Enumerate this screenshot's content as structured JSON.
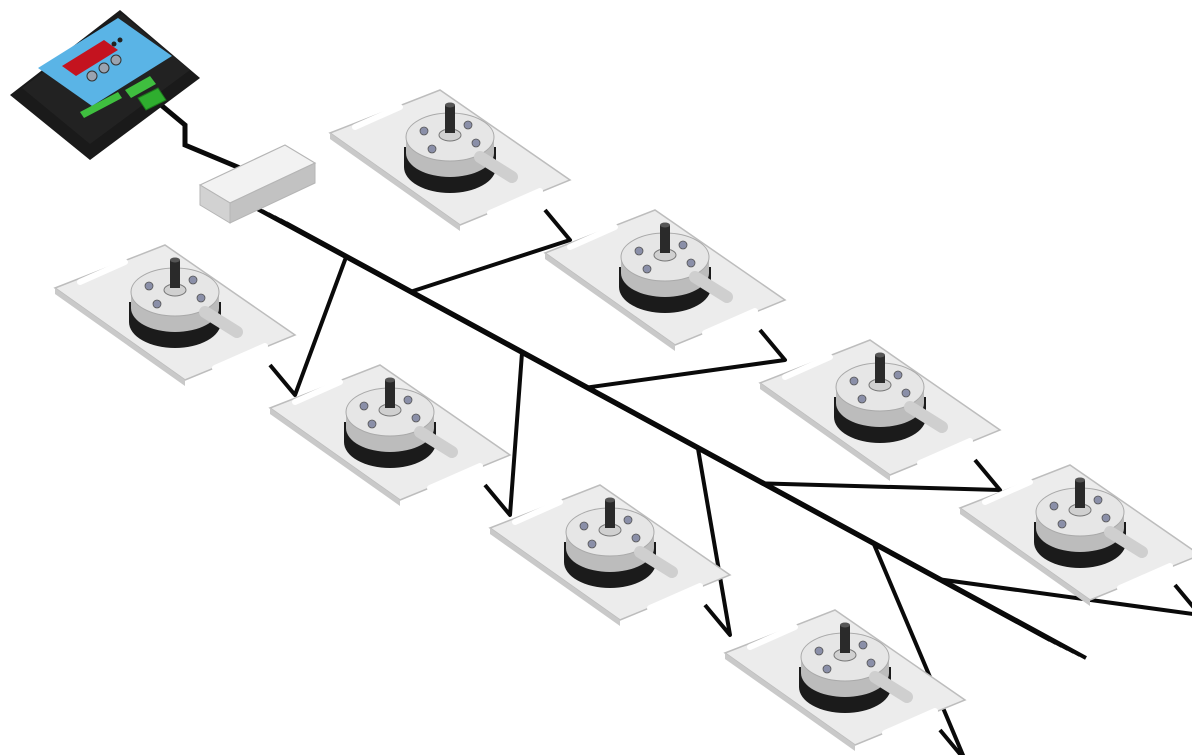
{
  "scene": {
    "description_text": "",
    "controller": {
      "icon": "load-cell-controller-icon"
    },
    "junction_box": {
      "icon": "junction-box-icon"
    },
    "load_cells": [
      {
        "id": 1
      },
      {
        "id": 2
      },
      {
        "id": 3
      },
      {
        "id": 4
      },
      {
        "id": 5
      },
      {
        "id": 6
      },
      {
        "id": 7
      },
      {
        "id": 8
      }
    ],
    "colors": {
      "plate": "#ececec",
      "plate_edge": "#bdbdbd",
      "cell_top": "#e6e6e6",
      "cell_side": "#bcbcbc",
      "cell_base": "#1b1b1b",
      "cable": "#0a0a0a",
      "controller_body": "#222222",
      "controller_panel": "#5ab4e6",
      "display": "#c4131f",
      "terminal": "#3fbf3f",
      "junction": "#e3e3e3"
    }
  }
}
